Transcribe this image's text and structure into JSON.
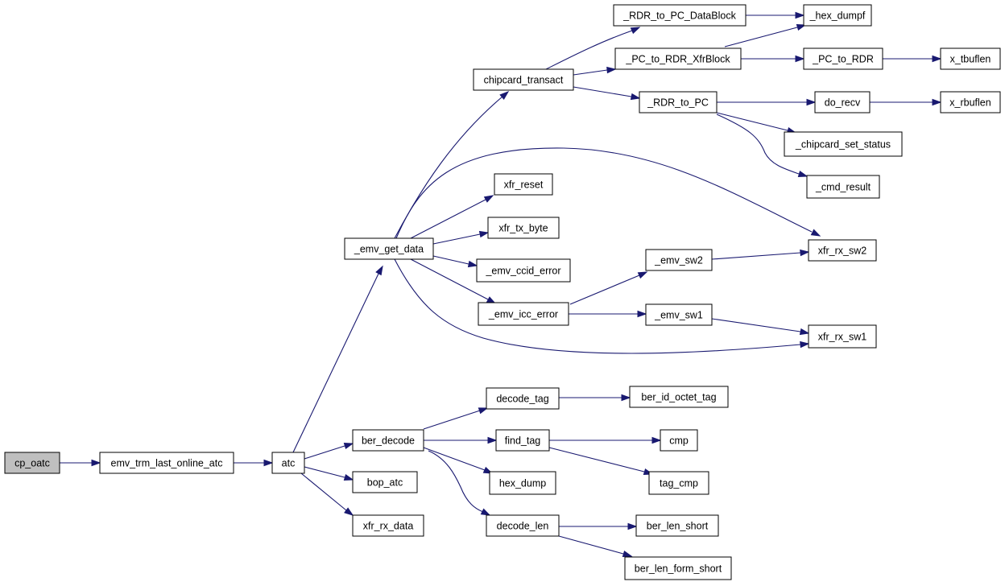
{
  "graph": {
    "colors": {
      "edge": "#191970",
      "node_fill": "#ffffff",
      "root_fill": "#bfbfbf",
      "node_border": "#000000"
    },
    "nodes": {
      "cp_oatc": "cp_oatc",
      "emv_trm_last_online_atc": "emv_trm_last_online_atc",
      "atc": "atc",
      "emv_get_data": "_emv_get_data",
      "ber_decode": "ber_decode",
      "bop_atc": "bop_atc",
      "xfr_rx_data": "xfr_rx_data",
      "chipcard_transact": "chipcard_transact",
      "xfr_reset": "xfr_reset",
      "xfr_tx_byte": "xfr_tx_byte",
      "emv_ccid_error": "_emv_ccid_error",
      "emv_icc_error": "_emv_icc_error",
      "xfr_rx_sw2": "xfr_rx_sw2",
      "xfr_rx_sw1": "xfr_rx_sw1",
      "rdr_to_pc_datablock": "_RDR_to_PC_DataBlock",
      "pc_to_rdr_xfrblock": "_PC_to_RDR_XfrBlock",
      "rdr_to_pc": "_RDR_to_PC",
      "hex_dumpf": "_hex_dumpf",
      "pc_to_rdr": "_PC_to_RDR",
      "x_tbuflen": "x_tbuflen",
      "do_recv": "do_recv",
      "x_rbuflen": "x_rbuflen",
      "chipcard_set_status": "_chipcard_set_status",
      "cmd_result": "_cmd_result",
      "emv_sw2": "_emv_sw2",
      "emv_sw1": "_emv_sw1",
      "decode_tag": "decode_tag",
      "find_tag": "find_tag",
      "hex_dump": "hex_dump",
      "decode_len": "decode_len",
      "ber_id_octet_tag": "ber_id_octet_tag",
      "cmp": "cmp",
      "tag_cmp": "tag_cmp",
      "ber_len_short": "ber_len_short",
      "ber_len_form_short": "ber_len_form_short"
    },
    "edges": [
      [
        "cp_oatc",
        "emv_trm_last_online_atc"
      ],
      [
        "emv_trm_last_online_atc",
        "atc"
      ],
      [
        "atc",
        "emv_get_data"
      ],
      [
        "atc",
        "ber_decode"
      ],
      [
        "atc",
        "bop_atc"
      ],
      [
        "atc",
        "xfr_rx_data"
      ],
      [
        "emv_get_data",
        "chipcard_transact"
      ],
      [
        "emv_get_data",
        "xfr_reset"
      ],
      [
        "emv_get_data",
        "xfr_tx_byte"
      ],
      [
        "emv_get_data",
        "emv_ccid_error"
      ],
      [
        "emv_get_data",
        "emv_icc_error"
      ],
      [
        "emv_get_data",
        "xfr_rx_sw2"
      ],
      [
        "emv_get_data",
        "xfr_rx_sw1"
      ],
      [
        "chipcard_transact",
        "rdr_to_pc_datablock"
      ],
      [
        "chipcard_transact",
        "pc_to_rdr_xfrblock"
      ],
      [
        "chipcard_transact",
        "rdr_to_pc"
      ],
      [
        "rdr_to_pc_datablock",
        "hex_dumpf"
      ],
      [
        "pc_to_rdr_xfrblock",
        "hex_dumpf"
      ],
      [
        "pc_to_rdr_xfrblock",
        "pc_to_rdr"
      ],
      [
        "pc_to_rdr",
        "x_tbuflen"
      ],
      [
        "rdr_to_pc",
        "do_recv"
      ],
      [
        "rdr_to_pc",
        "chipcard_set_status"
      ],
      [
        "rdr_to_pc",
        "cmd_result"
      ],
      [
        "do_recv",
        "x_rbuflen"
      ],
      [
        "emv_icc_error",
        "emv_sw2"
      ],
      [
        "emv_icc_error",
        "emv_sw1"
      ],
      [
        "emv_sw2",
        "xfr_rx_sw2"
      ],
      [
        "emv_sw1",
        "xfr_rx_sw1"
      ],
      [
        "ber_decode",
        "decode_tag"
      ],
      [
        "ber_decode",
        "find_tag"
      ],
      [
        "ber_decode",
        "hex_dump"
      ],
      [
        "ber_decode",
        "decode_len"
      ],
      [
        "decode_tag",
        "ber_id_octet_tag"
      ],
      [
        "find_tag",
        "cmp"
      ],
      [
        "find_tag",
        "tag_cmp"
      ],
      [
        "decode_len",
        "ber_len_short"
      ],
      [
        "decode_len",
        "ber_len_form_short"
      ]
    ]
  }
}
